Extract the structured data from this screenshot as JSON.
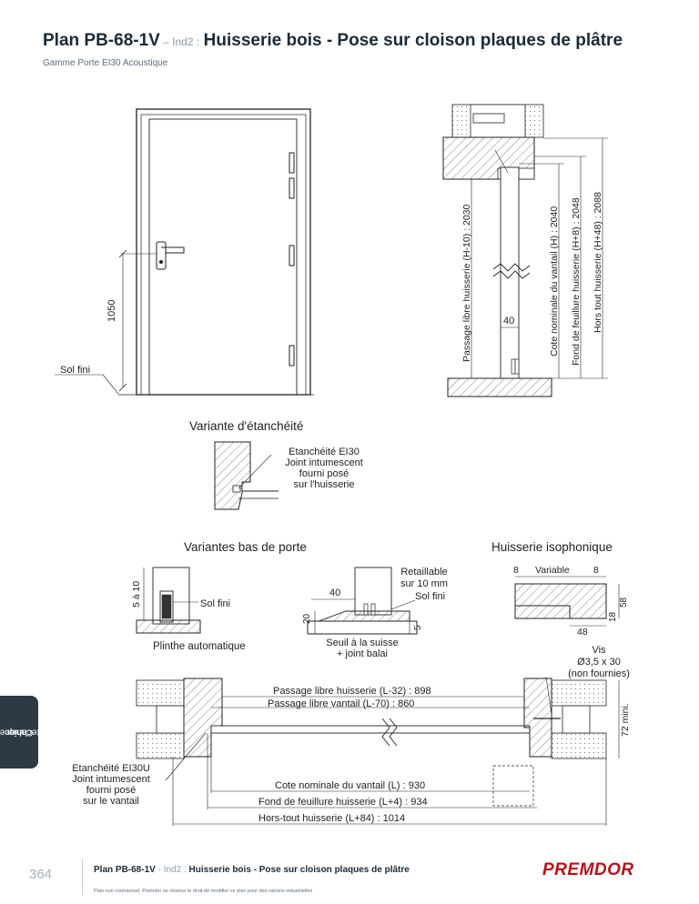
{
  "header": {
    "title_ref": "Plan PB-68-1V",
    "title_sep": " – ",
    "title_ind": "Ind2 :",
    "title_main": "Huisserie bois - Pose sur cloison plaques de plâtre",
    "subtitle": "Gamme Porte EI30 Acoustique"
  },
  "elevation": {
    "handle_height": "1050",
    "floor_label": "Sol fini"
  },
  "section": {
    "passage_libre": "Passage libre huisserie (H-10) : 2030",
    "cote_nominale": "Cote nominale du vantail (H) : 2040",
    "fond_feuillure": "Fond de feuillure huisserie (H+8) : 2048",
    "hors_tout": "Hors tout huisserie (H+48) : 2088",
    "dim_40": "40"
  },
  "etancheite": {
    "title": "Variante d'étanchéité",
    "note_lines": [
      "Etanchéité EI30",
      "Joint intumescent",
      "fourni posé",
      "sur l'huisserie"
    ]
  },
  "bas_porte": {
    "title": "Variantes bas de porte",
    "plinthe_label": "Plinthe automatique",
    "plinthe_dim": "5 à 10",
    "sol_fini_1": "Sol fini",
    "retaillable_lines": [
      "Retaillable",
      "sur 10 mm"
    ],
    "sol_fini_2": "Sol fini",
    "dim_40": "40",
    "dim_20": "20",
    "dim_5": "5",
    "seuil_lines": [
      "Seuil à la suisse",
      "+ joint balai"
    ]
  },
  "isophonique": {
    "title": "Huisserie isophonique",
    "dim_8a": "8",
    "dim_variable": "Variable",
    "dim_8b": "8",
    "dim_18": "18",
    "dim_58": "58",
    "dim_48": "48"
  },
  "plan": {
    "vis_lines": [
      "Vis",
      "Ø3,5 x 30",
      "(non fournies)"
    ],
    "dim_72": "72 mini.",
    "passage_libre_l": "Passage libre huisserie (L-32) : 898",
    "passage_libre_vantail": "Passage libre vantail (L-70) : 860",
    "cote_nominale_l": "Cote nominale du vantail (L) : 930",
    "fond_feuillure_l": "Fond de feuillure huisserie (L+4) : 934",
    "hors_tout_l": "Hors-tout huisserie (L+84) : 1014",
    "etancheite_lines": [
      "Etanchéité EI30U",
      "Joint intumescent",
      "fourni posé",
      "sur le vantail"
    ]
  },
  "side_tab": {
    "lines": [
      "Cahier",
      "technique"
    ]
  },
  "footer": {
    "page_number": "364",
    "title_ref": "Plan PB-68-1V",
    "title_sep": " - ",
    "title_ind": "Ind2 :",
    "title_main": "Huisserie bois - Pose sur cloison plaques de plâtre",
    "note": "Plan non contractuel, Premdor se réserve le droit de modifier ce plan pour des raisons industrielles",
    "logo": "PREMDOR"
  }
}
